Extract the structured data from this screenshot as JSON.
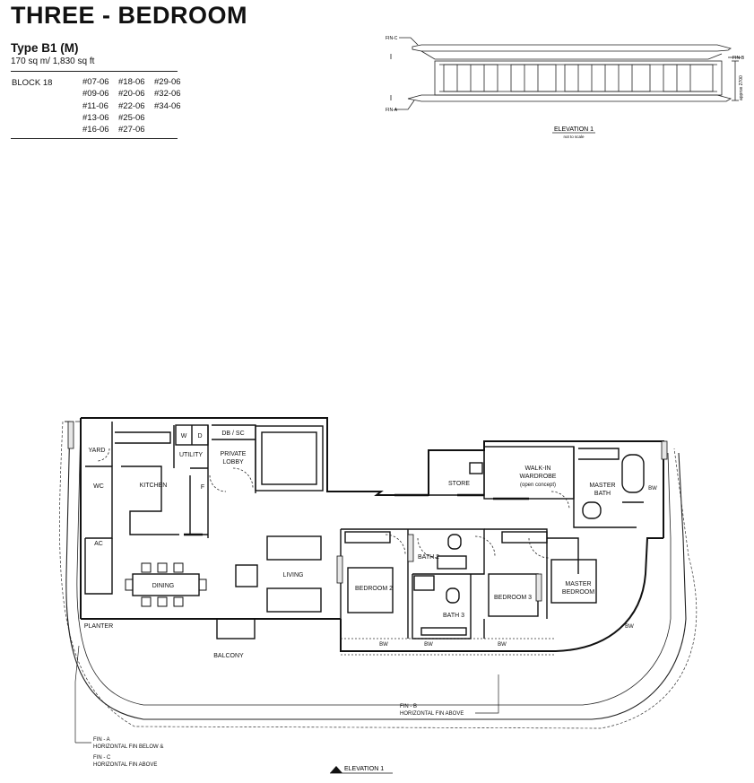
{
  "header": {
    "title": "THREE - BEDROOM",
    "unit_type": "Type B1 (M)",
    "area": "170 sq m/ 1,830 sq ft",
    "block_label": "BLOCK 18",
    "units": [
      "#07-06",
      "#18-06",
      "#29-06",
      "#09-06",
      "#20-06",
      "#32-06",
      "#11-06",
      "#22-06",
      "#34-06",
      "#13-06",
      "#25-06",
      "#16-06",
      "#27-06"
    ]
  },
  "elevation": {
    "title": "ELEVATION 1",
    "subtitle": "not to scale",
    "fin_c": "FIN-C",
    "fin_a": "FIN-A",
    "fin_b": "FIN-B",
    "height": "approx 2700"
  },
  "rooms": {
    "yard": "YARD",
    "wc": "WC",
    "ac": "AC",
    "kitchen": "KITCHEN",
    "washer": "W",
    "dryer": "D",
    "utility": "UTILITY",
    "fridge": "F",
    "db_sc": "DB / SC",
    "private_lobby_1": "PRIVATE",
    "private_lobby_2": "LOBBY",
    "store": "STORE",
    "wardrobe_1": "WALK-IN",
    "wardrobe_2": "WARDROBE",
    "wardrobe_3": "(open concept)",
    "master_bath_1": "MASTER",
    "master_bath_2": "BATH",
    "dining": "DINING",
    "living": "LIVING",
    "bath2": "BATH 2",
    "bath3": "BATH 3",
    "bedroom2": "BEDROOM 2",
    "bedroom3": "BEDROOM 3",
    "master_bedroom_1": "MASTER",
    "master_bedroom_2": "BEDROOM",
    "planter": "PLANTER",
    "balcony": "BALCONY",
    "bw": "BW"
  },
  "annotations": {
    "fin_b_1": "FIN - B",
    "fin_b_2": "HORIZONTAL FIN ABOVE",
    "fin_a_1": "FIN - A",
    "fin_a_2": "HORIZONTAL FIN BELOW &",
    "fin_c_1": "FIN - C",
    "fin_c_2": "HORIZONTAL FIN ABOVE",
    "elevation_marker": "ELEVATION 1"
  }
}
